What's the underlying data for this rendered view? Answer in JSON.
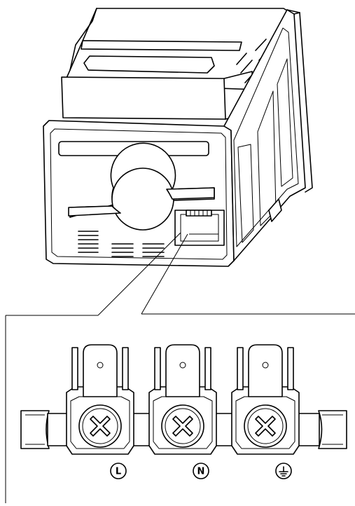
{
  "terminals": [
    {
      "id": "live",
      "symbol": "L",
      "symbol_kind": "letter"
    },
    {
      "id": "neutral",
      "symbol": "N",
      "symbol_kind": "letter"
    },
    {
      "id": "earth",
      "symbol": "earth-ground-symbol",
      "symbol_kind": "icon"
    }
  ],
  "colors": {
    "line": "#000000",
    "background": "#ffffff"
  }
}
